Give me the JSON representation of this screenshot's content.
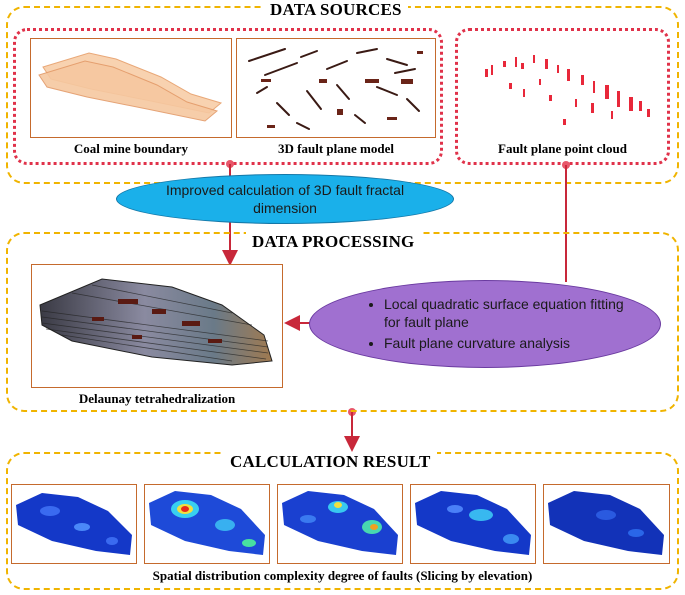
{
  "data_sources": {
    "title": "DATA SOURCES",
    "items": [
      {
        "label": "Coal mine boundary"
      },
      {
        "label": "3D fault plane model"
      },
      {
        "label": "Fault plane point cloud"
      }
    ]
  },
  "fractal_ellipse": {
    "text": "Improved calculation of 3D fault fractal dimension"
  },
  "data_processing": {
    "title": "DATA PROCESSING",
    "model_label": "Delaunay tetrahedralization",
    "bullets": [
      "Local quadratic surface equation fitting for fault plane",
      "Fault plane curvature analysis"
    ]
  },
  "calculation_result": {
    "title": "CALCULATION RESULT",
    "caption": "Spatial distribution complexity degree of faults (Slicing by elevation)"
  },
  "colors": {
    "dashed_border": "#f0b400",
    "dotted_border": "#e0324a",
    "frame_border": "#c56a2d",
    "ellipse_blue": "#1ab0ea",
    "ellipse_purple": "#a070d0",
    "arrow": "#c8283a"
  }
}
